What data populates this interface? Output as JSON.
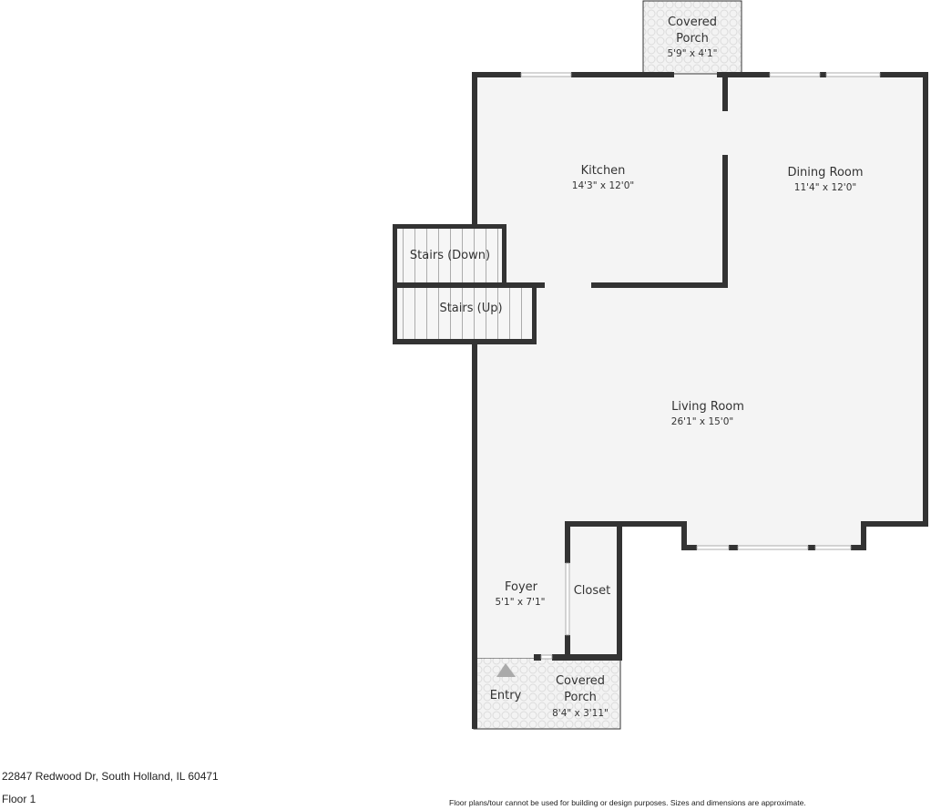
{
  "colors": {
    "wall": "#333333",
    "floor": "#f4f4f4",
    "porch": "#ececec",
    "background": "#ffffff"
  },
  "rooms": [
    {
      "name": "Covered Porch",
      "name_lines": [
        "Covered",
        "Porch"
      ],
      "dimensions": "5'9\" x 4'1\""
    },
    {
      "name": "Kitchen",
      "dimensions": "14'3\" x 12'0\""
    },
    {
      "name": "Dining Room",
      "dimensions": "11'4\" x 12'0\""
    },
    {
      "name": "Stairs (Down)"
    },
    {
      "name": "Stairs (Up)"
    },
    {
      "name": "Living Room",
      "dimensions": "26'1\" x 15'0\""
    },
    {
      "name": "Foyer",
      "dimensions": "5'1\" x 7'1\""
    },
    {
      "name": "Closet"
    },
    {
      "name": "Covered Porch",
      "name_lines": [
        "Covered",
        "Porch"
      ],
      "dimensions": "8'4\" x 3'11\""
    },
    {
      "name": "Entry",
      "icon": "entry-arrow-icon"
    }
  ],
  "footer": {
    "address": "22847 Redwood Dr, South Holland, IL 60471",
    "floor": "Floor 1",
    "disclaimer": "Floor plans/tour cannot be used for building or design purposes. Sizes and dimensions are approximate."
  }
}
